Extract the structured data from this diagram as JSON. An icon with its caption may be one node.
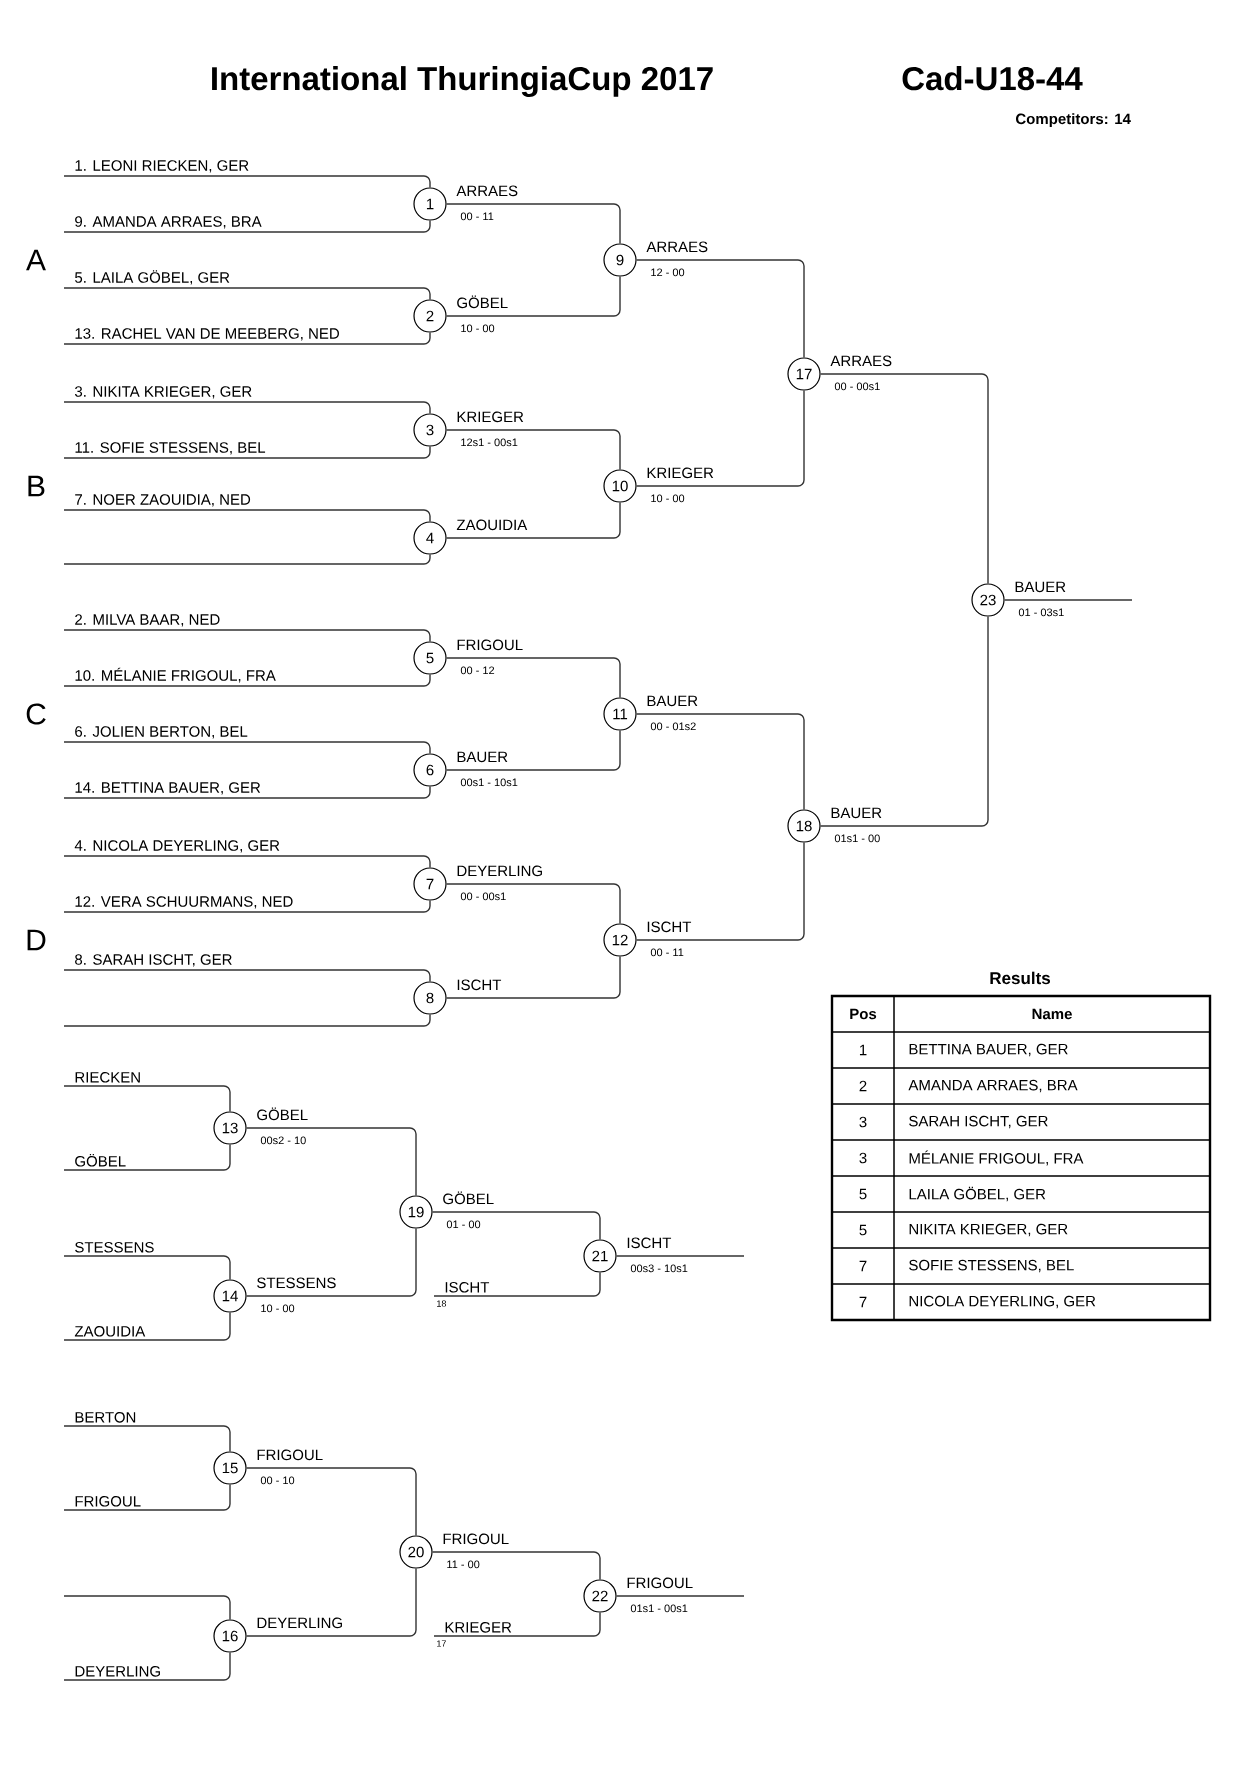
{
  "diagram": {
    "title": "International ThuringiaCup 2017",
    "nodes": [
      {
        "text": [
          "1"
        ],
        "beside": [
          "ARRAES",
          "00 - 11"
        ]
      },
      {
        "text": [
          "2"
        ],
        "beside": [
          "GÖBEL",
          "10 - 00"
        ]
      },
      {
        "text": [
          "3"
        ],
        "beside": [
          "KRIEGER",
          "12s1 - 00s1"
        ]
      },
      {
        "text": [
          "4"
        ],
        "beside": [
          "ZAOUIDIA"
        ]
      },
      {
        "text": [
          "5"
        ],
        "beside": [
          "FRIGOUL",
          "00 - 12"
        ]
      },
      {
        "text": [
          "6"
        ],
        "beside": [
          "BAUER",
          "00s1 - 10s1"
        ]
      },
      {
        "text": [
          "7"
        ],
        "beside": [
          "DEYERLING",
          "00 - 00s1"
        ]
      },
      {
        "text": [
          "8"
        ],
        "beside": [
          "ISCHT"
        ]
      },
      {
        "text": [
          "9"
        ],
        "beside": [
          "ARRAES",
          "12 - 00"
        ]
      },
      {
        "text": [
          "10"
        ],
        "beside": [
          "KRIEGER",
          "10 - 00"
        ]
      },
      {
        "text": [
          "11"
        ],
        "beside": [
          "BAUER",
          "00 - 01s2"
        ]
      },
      {
        "text": [
          "12"
        ],
        "beside": [
          "ISCHT",
          "00 - 11"
        ]
      },
      {
        "text": [
          "13"
        ],
        "beside": [
          "GÖBEL",
          "00s2 - 10"
        ]
      },
      {
        "text": [
          "14"
        ],
        "beside": [
          "STESSENS",
          "10 - 00"
        ]
      },
      {
        "text": [
          "15"
        ],
        "beside": [
          "FRIGOUL",
          "00 - 10"
        ]
      },
      {
        "text": [
          "16"
        ],
        "beside": [
          "DEYERLING"
        ]
      },
      {
        "text": [
          "17"
        ],
        "beside": [
          "ARRAES",
          "00 - 00s1"
        ]
      },
      {
        "text": [
          "18"
        ],
        "beside": [
          "BAUER",
          "01s1 - 00"
        ]
      },
      {
        "text": [
          "19"
        ],
        "beside": [
          "GÖBEL",
          "01 - 00"
        ]
      },
      {
        "text": [
          "20"
        ],
        "beside": [
          "FRIGOUL",
          "11 - 00"
        ]
      },
      {
        "text": [
          "21"
        ],
        "beside": [
          "ISCHT",
          "00s3 - 10s1"
        ]
      },
      {
        "text": [
          "22"
        ],
        "beside": [
          "FRIGOUL",
          "01s1 - 00s1"
        ]
      },
      {
        "text": [
          "23"
        ],
        "beside": [
          "BAUER",
          "01 - 03s1"
        ]
      },
      {
        "text": [
          "1. LEONI RIECKEN, GER"
        ]
      },
      {
        "text": [
          "9. AMANDA  ARRAES, BRA"
        ]
      },
      {
        "text": [
          "5. LAILA GÖBEL, GER"
        ]
      },
      {
        "text": [
          "13. RACHEL VAN DE MEEBERG, NED"
        ]
      },
      {
        "text": [
          "3. NIKITA KRIEGER, GER"
        ]
      },
      {
        "text": [
          "11. SOFIE STESSENS, BEL"
        ]
      },
      {
        "text": [
          "7. NOER ZAOUIDIA, NED"
        ]
      },
      {
        "text": [
          "2. MILVA BAAR, NED"
        ]
      },
      {
        "text": [
          "10. MÉLANIE FRIGOUL, FRA"
        ]
      },
      {
        "text": [
          "6. JOLIEN BERTON, BEL"
        ]
      },
      {
        "text": [
          "14. BETTINA BAUER, GER"
        ]
      },
      {
        "text": [
          "4. NICOLA DEYERLING, GER"
        ]
      },
      {
        "text": [
          "12. VERA SCHUURMANS, NED"
        ]
      },
      {
        "text": [
          "8. SARAH ISCHT, GER"
        ]
      },
      {
        "text": [
          "RIECKEN"
        ]
      },
      {
        "text": [
          "GÖBEL"
        ]
      },
      {
        "text": [
          "STESSENS"
        ]
      },
      {
        "text": [
          "ZAOUIDIA"
        ]
      },
      {
        "text": [
          "ISCHT"
        ],
        "beside": [
          "18"
        ]
      },
      {
        "text": [
          "BERTON"
        ]
      },
      {
        "text": [
          "FRIGOUL"
        ]
      },
      {
        "text": [
          "DEYERLING"
        ]
      },
      {
        "text": [
          "KRIEGER"
        ],
        "beside": [
          "17"
        ]
      }
    ],
    "edges": [
      {
        "from": 0,
        "to": 8,
        "arrow": "none"
      },
      {
        "from": 1,
        "to": 8,
        "arrow": "none"
      },
      {
        "from": 2,
        "to": 9,
        "arrow": "none"
      },
      {
        "from": 3,
        "to": 9,
        "arrow": "none"
      },
      {
        "from": 4,
        "to": 10,
        "arrow": "none"
      },
      {
        "from": 5,
        "to": 10,
        "arrow": "none"
      },
      {
        "from": 6,
        "to": 11,
        "arrow": "none"
      },
      {
        "from": 7,
        "to": 11,
        "arrow": "none"
      },
      {
        "from": 8,
        "to": 16,
        "arrow": "none"
      },
      {
        "from": 9,
        "to": 16,
        "arrow": "none"
      },
      {
        "from": 10,
        "to": 17,
        "arrow": "none"
      },
      {
        "from": 11,
        "to": 17,
        "arrow": "none"
      },
      {
        "from": 16,
        "to": 22,
        "arrow": "none"
      },
      {
        "from": 17,
        "to": 22,
        "arrow": "none"
      },
      {
        "from": 12,
        "to": 18,
        "arrow": "none"
      },
      {
        "from": 13,
        "to": 18,
        "arrow": "none"
      },
      {
        "from": 18,
        "to": 20,
        "arrow": "none"
      },
      {
        "from": 14,
        "to": 19,
        "arrow": "none"
      },
      {
        "from": 15,
        "to": 19,
        "arrow": "none"
      },
      {
        "from": 19,
        "to": 21,
        "arrow": "none"
      },
      {
        "from": 20,
        "to": null,
        "arrow": "none"
      },
      {
        "from": 21,
        "to": null,
        "arrow": "none"
      },
      {
        "from": 22,
        "to": null,
        "arrow": "none"
      },
      {
        "from": 23,
        "to": 0,
        "arrow": "none"
      },
      {
        "from": 24,
        "to": 0,
        "arrow": "none"
      },
      {
        "from": 25,
        "to": 1,
        "arrow": "none"
      },
      {
        "from": 26,
        "to": 1,
        "arrow": "none"
      },
      {
        "from": 27,
        "to": 2,
        "arrow": "none"
      },
      {
        "from": 28,
        "to": 2,
        "arrow": "none"
      },
      {
        "from": 29,
        "to": 3,
        "arrow": "none"
      },
      {
        "from": null,
        "to": 3,
        "arrow": "none"
      },
      {
        "from": 30,
        "to": 4,
        "arrow": "none"
      },
      {
        "from": 31,
        "to": 4,
        "arrow": "none"
      },
      {
        "from": 32,
        "to": 5,
        "arrow": "none"
      },
      {
        "from": 33,
        "to": 5,
        "arrow": "none"
      },
      {
        "from": 34,
        "to": 6,
        "arrow": "none"
      },
      {
        "from": 35,
        "to": 6,
        "arrow": "none"
      },
      {
        "from": 36,
        "to": 7,
        "arrow": "none"
      },
      {
        "from": null,
        "to": 7,
        "arrow": "none"
      },
      {
        "from": 37,
        "to": 12,
        "arrow": "none"
      },
      {
        "from": 38,
        "to": 12,
        "arrow": "none"
      },
      {
        "from": 39,
        "to": 13,
        "arrow": "none"
      },
      {
        "from": 40,
        "to": 13,
        "arrow": "none"
      },
      {
        "from": 41,
        "to": 20,
        "arrow": "none"
      },
      {
        "from": 42,
        "to": 14,
        "arrow": "none"
      },
      {
        "from": 43,
        "to": 14,
        "arrow": "none"
      },
      {
        "from": null,
        "to": 15,
        "arrow": "none"
      },
      {
        "from": 44,
        "to": 15,
        "arrow": "none"
      },
      {
        "from": 45,
        "to": 21,
        "arrow": "none"
      }
    ],
    "labels": [
      "A",
      "B",
      "C",
      "D",
      "Cad-U18-44",
      "Competitors: 14",
      "Results",
      "Pos",
      "Name",
      "1",
      "BETTINA BAUER, GER",
      "2",
      "AMANDA  ARRAES, BRA",
      "3",
      "SARAH ISCHT, GER",
      "3",
      "MÉLANIE FRIGOUL, FRA",
      "5",
      "LAILA GÖBEL, GER",
      "5",
      "NIKITA KRIEGER, GER",
      "7",
      "SOFIE STESSENS, BEL",
      "7",
      "NICOLA DEYERLING, GER"
    ]
  }
}
